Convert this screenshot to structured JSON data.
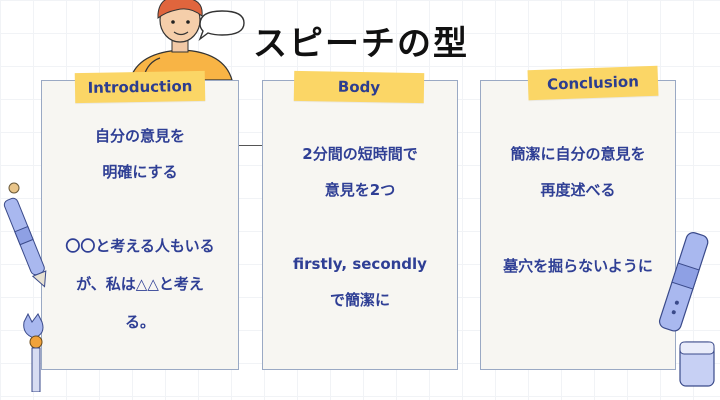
{
  "title": "スピーチの型",
  "cards": [
    {
      "label": "Introduction",
      "line1": "自分の意見を",
      "line2": "明確にする",
      "line3": "〇〇と考える人もいる",
      "line4": "が、私は△△と考え",
      "line5": "る。"
    },
    {
      "label": "Body",
      "line1": "2分間の短時間で",
      "line2": "意見を2つ",
      "line3": "firstly, secondly",
      "line4": "で簡潔に"
    },
    {
      "label": "Conclusion",
      "line1": "簡潔に自分の意見を",
      "line2": "再度述べる",
      "line3": "墓穴を掘らないように"
    }
  ],
  "colors": {
    "tape": "#fbd666",
    "text": "#2f3f95",
    "card_bg": "#f7f6f2",
    "card_border": "#9aa9c4"
  },
  "icons": [
    "person-illustration",
    "speech-bubble-icon",
    "pen-left-icon",
    "pen-right-icon",
    "eraser-icon",
    "charm-icon"
  ]
}
